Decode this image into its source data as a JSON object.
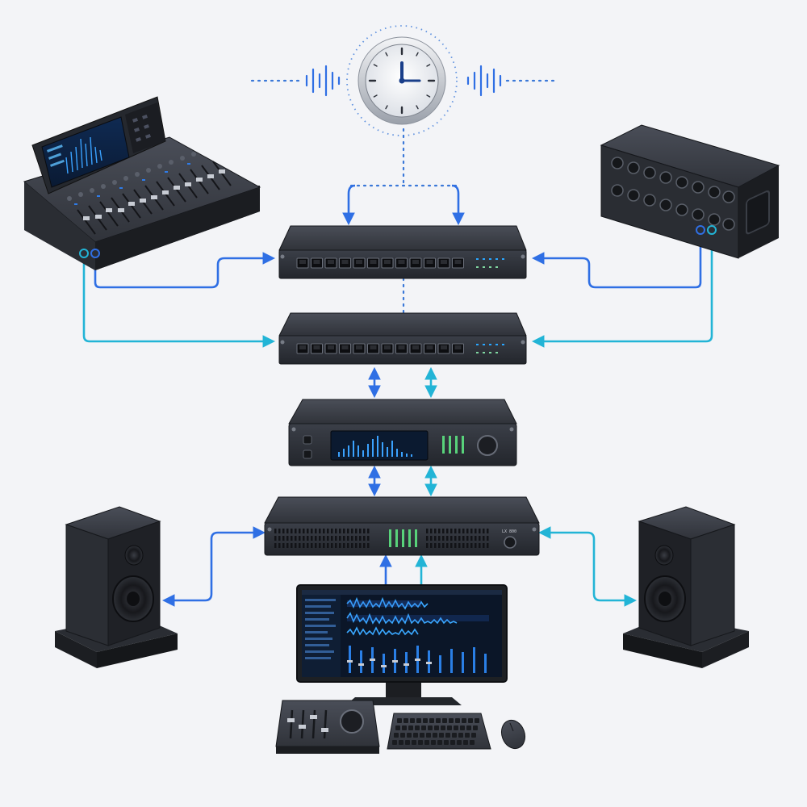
{
  "diagram": {
    "title": "",
    "nodes": [
      {
        "id": "master-clock",
        "kind": "clock",
        "label": ""
      },
      {
        "id": "mixing-console",
        "kind": "console",
        "label": ""
      },
      {
        "id": "stagebox",
        "kind": "io-box",
        "label": ""
      },
      {
        "id": "switch-primary",
        "kind": "network-switch",
        "label": "",
        "ports": 12
      },
      {
        "id": "switch-secondary",
        "kind": "network-switch",
        "label": "",
        "ports": 12
      },
      {
        "id": "audio-processor",
        "kind": "rack-processor",
        "label": ""
      },
      {
        "id": "power-amplifier",
        "kind": "rack-amplifier",
        "label": "",
        "model_text": "LX 800"
      },
      {
        "id": "speaker-left",
        "kind": "studio-monitor",
        "label": ""
      },
      {
        "id": "speaker-right",
        "kind": "studio-monitor",
        "label": ""
      },
      {
        "id": "daw-monitor",
        "kind": "computer-display",
        "label": ""
      },
      {
        "id": "control-surface",
        "kind": "controller",
        "label": ""
      },
      {
        "id": "keyboard",
        "kind": "keyboard",
        "label": ""
      },
      {
        "id": "mouse",
        "kind": "mouse",
        "label": ""
      }
    ],
    "links": [
      {
        "from": "master-clock",
        "to": "switch-primary",
        "network": "clock-sync",
        "style": "dotted"
      },
      {
        "from": "switch-primary",
        "to": "switch-secondary",
        "network": "clock-sync",
        "style": "dotted"
      },
      {
        "from": "mixing-console",
        "to": "switch-primary",
        "network": "primary"
      },
      {
        "from": "mixing-console",
        "to": "switch-secondary",
        "network": "secondary"
      },
      {
        "from": "stagebox",
        "to": "switch-primary",
        "network": "primary"
      },
      {
        "from": "stagebox",
        "to": "switch-secondary",
        "network": "secondary"
      },
      {
        "from": "switch-secondary",
        "to": "audio-processor",
        "network": "primary"
      },
      {
        "from": "switch-secondary",
        "to": "audio-processor",
        "network": "secondary"
      },
      {
        "from": "audio-processor",
        "to": "power-amplifier",
        "network": "primary"
      },
      {
        "from": "audio-processor",
        "to": "power-amplifier",
        "network": "secondary"
      },
      {
        "from": "power-amplifier",
        "to": "speaker-left",
        "network": "primary"
      },
      {
        "from": "power-amplifier",
        "to": "speaker-right",
        "network": "secondary"
      },
      {
        "from": "daw-monitor",
        "to": "power-amplifier",
        "network": "primary"
      },
      {
        "from": "daw-monitor",
        "to": "power-amplifier",
        "network": "secondary"
      }
    ]
  },
  "colors": {
    "background": "#f3f4f7",
    "primary_network": "#2f6fe4",
    "secondary_network": "#22b4d6",
    "clock_sync": "#3a78d8",
    "device_body": "#2b2e35",
    "device_face": "#1d1f24",
    "screen_blue": "#2a8ff0"
  },
  "clock": {
    "time_shown": "12:00"
  }
}
